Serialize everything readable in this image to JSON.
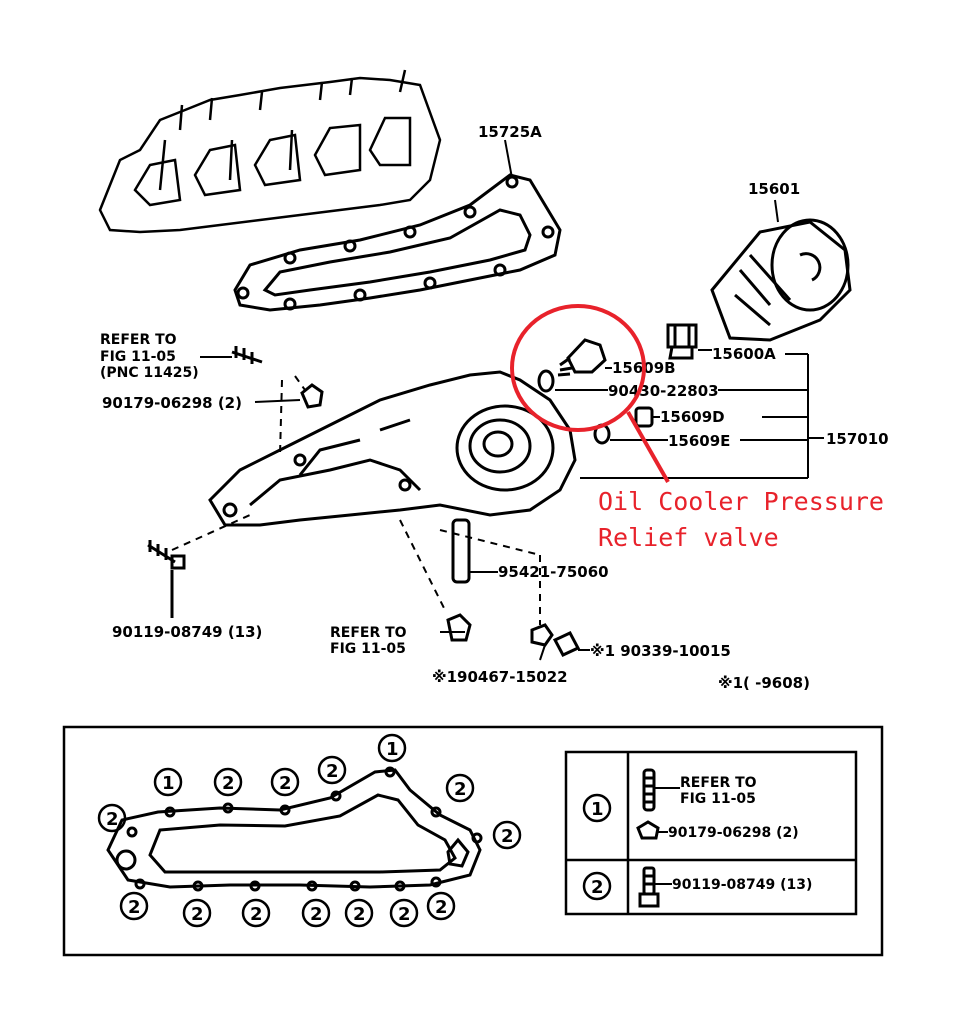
{
  "labels": {
    "gasket_top": "15725A",
    "oil_filter": "15601",
    "union": "15600A",
    "relief_valve": "15609B",
    "gasket_valve": "90430-22803",
    "plug": "15609D",
    "gasket_plug": "15609E",
    "cooler_assy": "157010",
    "refer_a_1": "REFER TO",
    "refer_a_2": "FIG 11-05",
    "refer_a_3": "(PNC 11425)",
    "nut": "90179-06298 (2)",
    "bolt": "90119-08749 (13)",
    "pipe": "95421-75060",
    "refer_b_1": "REFER TO",
    "refer_b_2": "FIG 11-05",
    "drain_cock": "※190467-15022",
    "hose": "※1 90339-10015",
    "footnote": "※1(      -9608)"
  },
  "callout": {
    "line1": "Oil Cooler Pressure",
    "line2": "Relief valve",
    "color": "#e8222b"
  },
  "legend": {
    "row1_num": "1",
    "row1_refer": "REFER TO",
    "row1_fig": "FIG 11-05",
    "row1_part": "90179-06298 (2)",
    "row2_num": "2",
    "row2_part": "90119-08749 (13)"
  },
  "gasket_markers": {
    "top_row": [
      "1",
      "2",
      "2",
      "2",
      "1",
      "2"
    ],
    "left": [
      "2"
    ],
    "right": [
      "2"
    ],
    "bottom_row": [
      "2",
      "2",
      "2",
      "2",
      "2",
      "2",
      "2"
    ]
  }
}
